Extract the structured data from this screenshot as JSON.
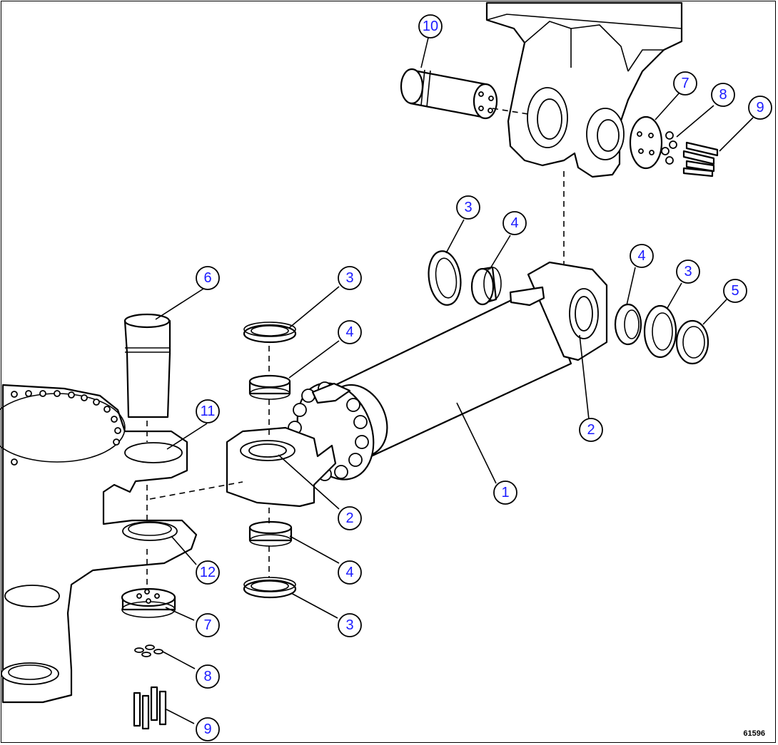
{
  "drawing_number": "61596",
  "callouts": [
    {
      "id": "callout-10",
      "label": "10"
    },
    {
      "id": "callout-7-top",
      "label": "7"
    },
    {
      "id": "callout-8-top",
      "label": "8"
    },
    {
      "id": "callout-9-top",
      "label": "9"
    },
    {
      "id": "callout-3-top",
      "label": "3"
    },
    {
      "id": "callout-4-top",
      "label": "4"
    },
    {
      "id": "callout-4-right",
      "label": "4"
    },
    {
      "id": "callout-3-right",
      "label": "3"
    },
    {
      "id": "callout-5",
      "label": "5"
    },
    {
      "id": "callout-6",
      "label": "6"
    },
    {
      "id": "callout-3-mid",
      "label": "3"
    },
    {
      "id": "callout-4-mid",
      "label": "4"
    },
    {
      "id": "callout-11",
      "label": "11"
    },
    {
      "id": "callout-2-right",
      "label": "2"
    },
    {
      "id": "callout-1",
      "label": "1"
    },
    {
      "id": "callout-2-left",
      "label": "2"
    },
    {
      "id": "callout-12",
      "label": "12"
    },
    {
      "id": "callout-4-low",
      "label": "4"
    },
    {
      "id": "callout-7-bottom",
      "label": "7"
    },
    {
      "id": "callout-3-low",
      "label": "3"
    },
    {
      "id": "callout-8-bottom",
      "label": "8"
    },
    {
      "id": "callout-9-bottom",
      "label": "9"
    }
  ]
}
